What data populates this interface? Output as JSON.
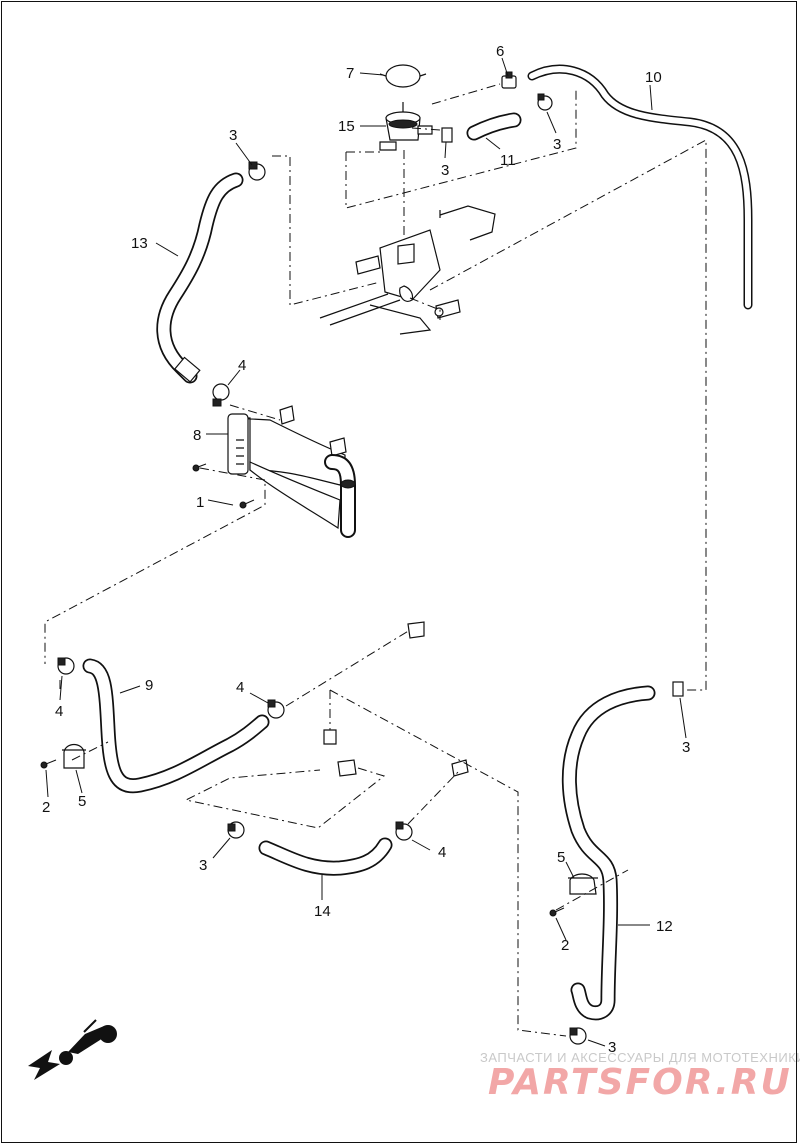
{
  "callouts": [
    {
      "id": "c7",
      "label": "7"
    },
    {
      "id": "c6",
      "label": "6"
    },
    {
      "id": "c10",
      "label": "10"
    },
    {
      "id": "c15",
      "label": "15"
    },
    {
      "id": "c3a",
      "label": "3"
    },
    {
      "id": "c11",
      "label": "11"
    },
    {
      "id": "c3b",
      "label": "3"
    },
    {
      "id": "c3c",
      "label": "3"
    },
    {
      "id": "c13",
      "label": "13"
    },
    {
      "id": "c4a",
      "label": "4"
    },
    {
      "id": "c8",
      "label": "8"
    },
    {
      "id": "c1",
      "label": "1"
    },
    {
      "id": "c9",
      "label": "9"
    },
    {
      "id": "c4b",
      "label": "4"
    },
    {
      "id": "c4c",
      "label": "4"
    },
    {
      "id": "c3d",
      "label": "3"
    },
    {
      "id": "c2a",
      "label": "2"
    },
    {
      "id": "c5a",
      "label": "5"
    },
    {
      "id": "c3e",
      "label": "3"
    },
    {
      "id": "c4d",
      "label": "4"
    },
    {
      "id": "c14",
      "label": "14"
    },
    {
      "id": "c5b",
      "label": "5"
    },
    {
      "id": "c12",
      "label": "12"
    },
    {
      "id": "c2b",
      "label": "2"
    },
    {
      "id": "c3f",
      "label": "3"
    }
  ],
  "watermark": {
    "line1": "ЗАПЧАСТИ И АКСЕССУАРЫ ДЛЯ МОТОТЕХНИКИ",
    "logo": "PARTSFOR.RU",
    "color": "#f2a7a7"
  },
  "front_indicator": {
    "icon": "motorcycle-front-arrow-icon"
  }
}
